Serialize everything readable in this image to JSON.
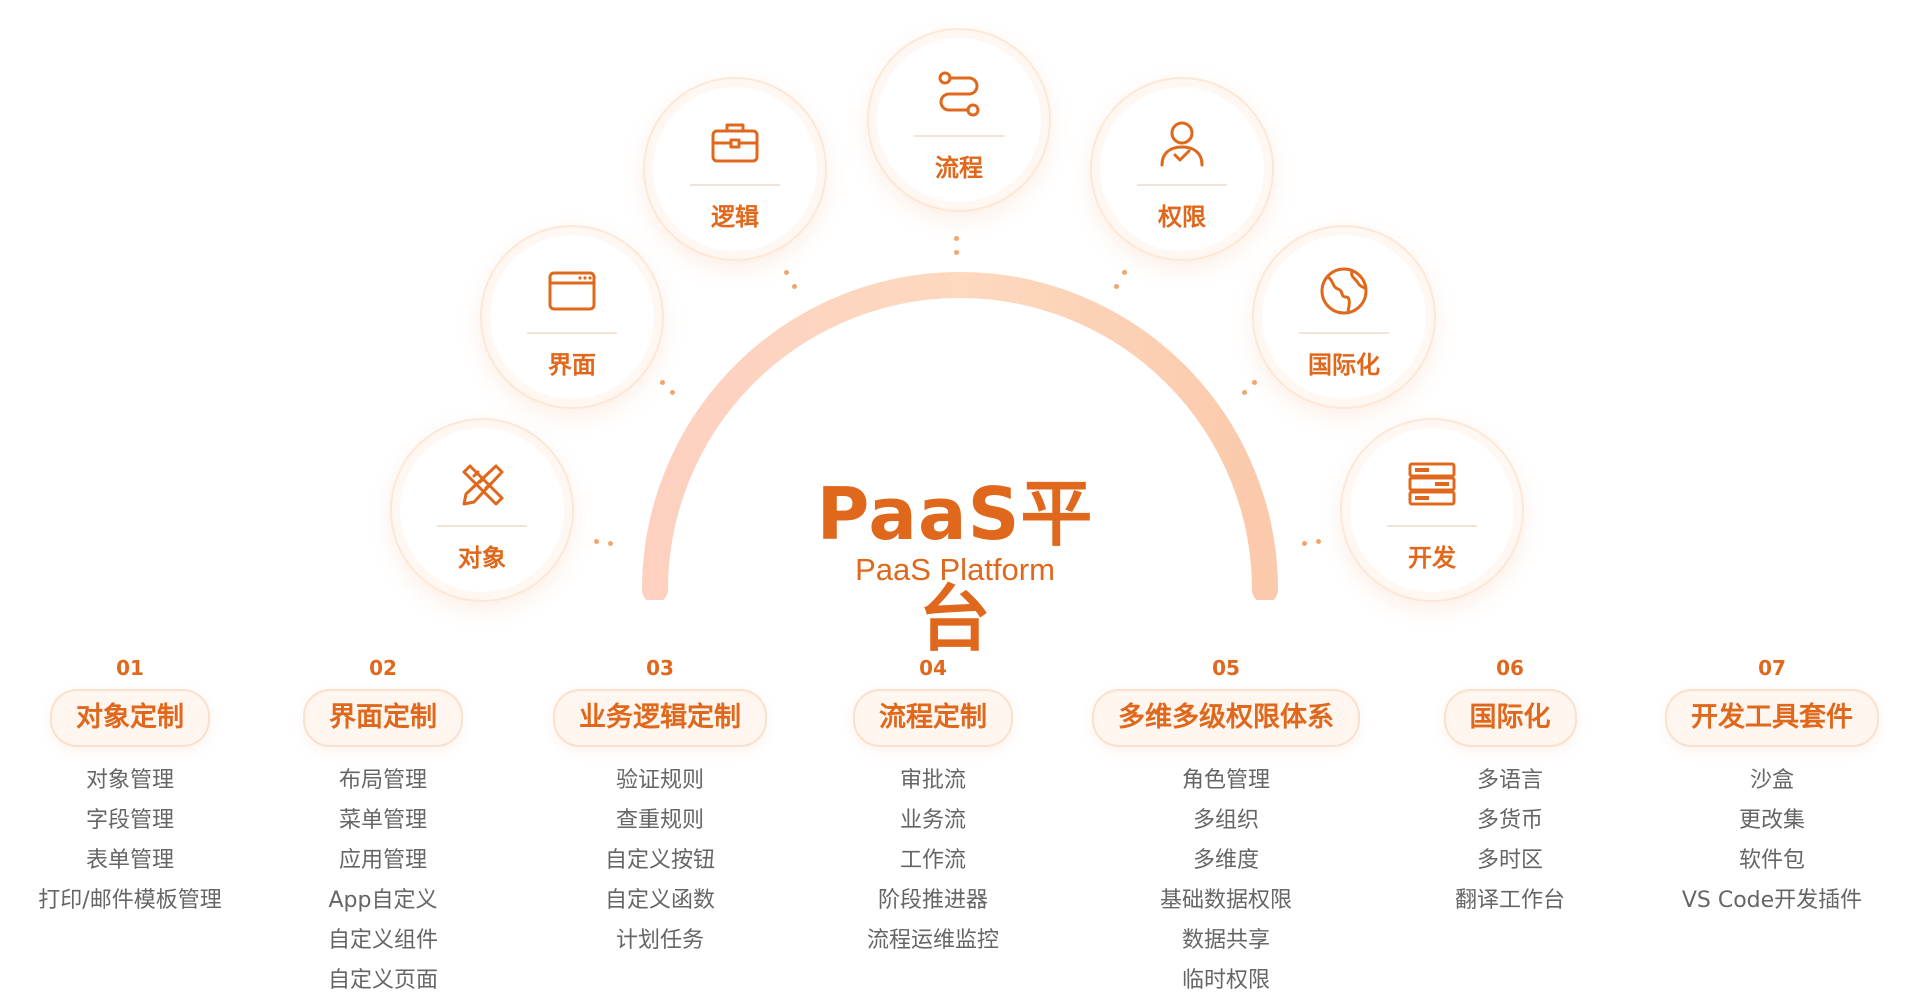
{
  "center": {
    "title": "PaaS平台",
    "subtitle": "PaaS Platform"
  },
  "colors": {
    "accent": "#e0681c",
    "arc_start": "#fdd0b8",
    "arc_end": "#fbc6a4",
    "pill_bg": "#fff6ef"
  },
  "nodes": [
    {
      "id": "object",
      "label": "对象",
      "icon": "ruler-pencil-icon"
    },
    {
      "id": "ui",
      "label": "界面",
      "icon": "browser-window-icon"
    },
    {
      "id": "logic",
      "label": "逻辑",
      "icon": "briefcase-icon"
    },
    {
      "id": "flow",
      "label": "流程",
      "icon": "workflow-icon"
    },
    {
      "id": "permission",
      "label": "权限",
      "icon": "user-check-icon"
    },
    {
      "id": "i18n",
      "label": "国际化",
      "icon": "globe-icon"
    },
    {
      "id": "dev",
      "label": "开发",
      "icon": "server-icon"
    }
  ],
  "columns": [
    {
      "num": "01",
      "title": "对象定制",
      "items": [
        "对象管理",
        "字段管理",
        "表单管理",
        "打印/邮件模板管理"
      ]
    },
    {
      "num": "02",
      "title": "界面定制",
      "items": [
        "布局管理",
        "菜单管理",
        "应用管理",
        "App自定义",
        "自定义组件",
        "自定义页面"
      ]
    },
    {
      "num": "03",
      "title": "业务逻辑定制",
      "items": [
        "验证规则",
        "查重规则",
        "自定义按钮",
        "自定义函数",
        "计划任务"
      ]
    },
    {
      "num": "04",
      "title": "流程定制",
      "items": [
        "审批流",
        "业务流",
        "工作流",
        "阶段推进器",
        "流程运维监控"
      ]
    },
    {
      "num": "05",
      "title": "多维多级权限体系",
      "items": [
        "角色管理",
        "多组织",
        "多维度",
        "基础数据权限",
        "数据共享",
        "临时权限"
      ]
    },
    {
      "num": "06",
      "title": "国际化",
      "items": [
        "多语言",
        "多货币",
        "多时区",
        "翻译工作台"
      ]
    },
    {
      "num": "07",
      "title": "开发工具套件",
      "items": [
        "沙盒",
        "更改集",
        "软件包",
        "VS Code开发插件"
      ]
    }
  ]
}
